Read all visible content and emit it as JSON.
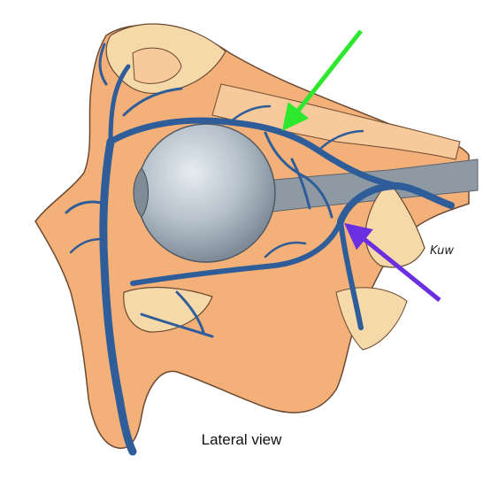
{
  "caption": "Lateral view",
  "sign_text": "Kuw",
  "colors": {
    "background": "#ffffff",
    "tissue": "#f3b078",
    "tissue_light": "#f8c99a",
    "bone": "#f6d9a8",
    "vein": "#2f5d9a",
    "vein_outline": "#1f3f6e",
    "eyeball": "#b8c2cc",
    "outline": "#6b4a33",
    "arrow_green": "#2ee82e",
    "arrow_purple": "#6a2fe0"
  },
  "arrows": [
    {
      "id": "superior-ophthalmic-vein-arrow",
      "color": "arrow_green"
    },
    {
      "id": "inferior-ophthalmic-vein-arrow",
      "color": "arrow_purple"
    }
  ]
}
